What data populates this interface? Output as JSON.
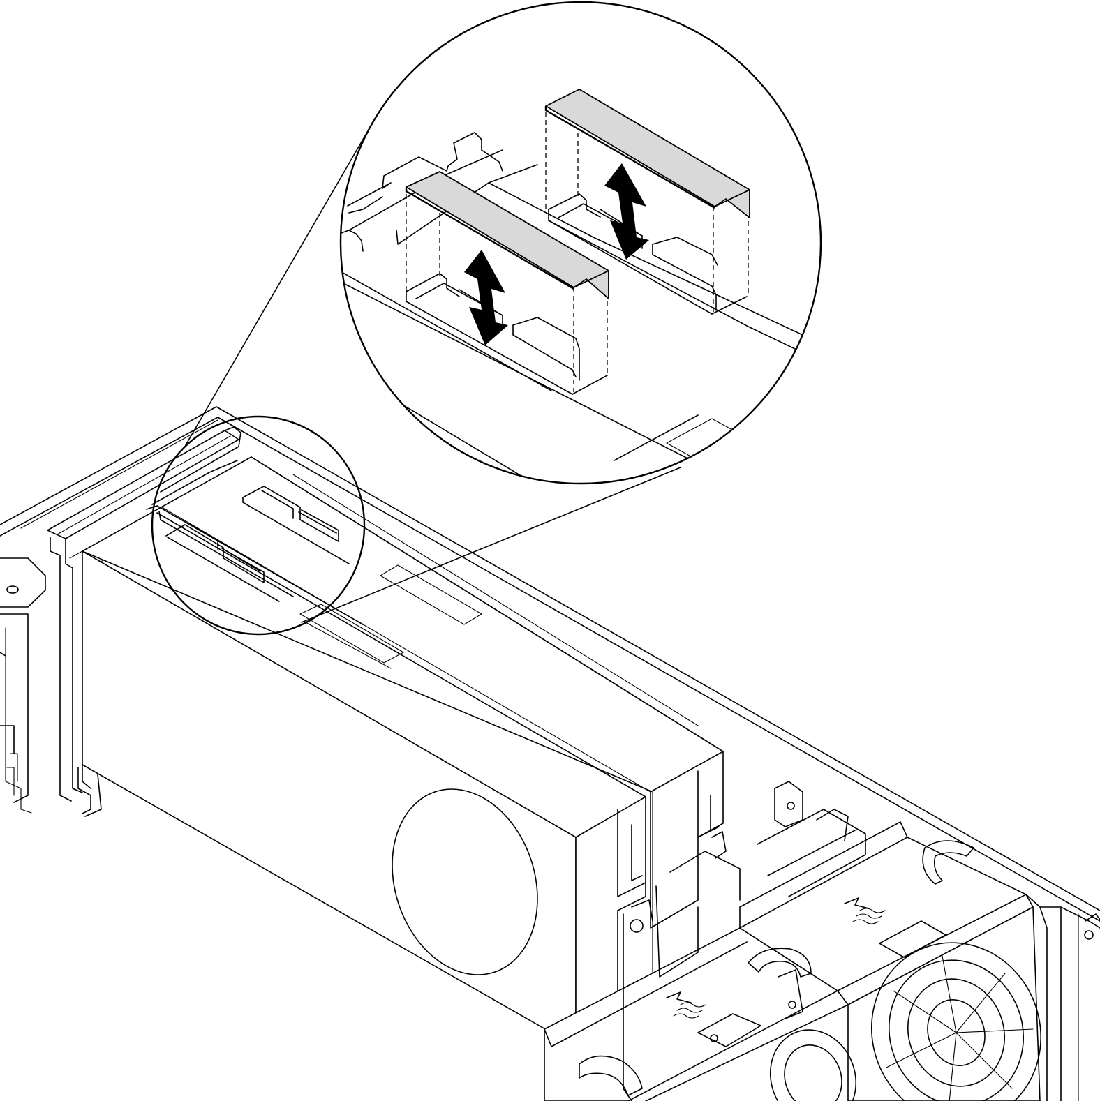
{
  "figure": {
    "labels": [],
    "colors": {
      "line": "#000000",
      "background": "#ffffff",
      "filler_gray": "#d9d9d9",
      "arrow": "#000000"
    },
    "parts": [
      "server-chassis",
      "riser-cage",
      "gpu-card-front",
      "gpu-card-rear",
      "gpu-fan-opening",
      "fan-cage-left",
      "fan-cage-right",
      "fan-rotor",
      "air-baffle-filler-front",
      "air-baffle-filler-rear",
      "up-down-arrow-front",
      "up-down-arrow-rear",
      "callout-magnifier-circle",
      "callout-source-circle"
    ]
  }
}
